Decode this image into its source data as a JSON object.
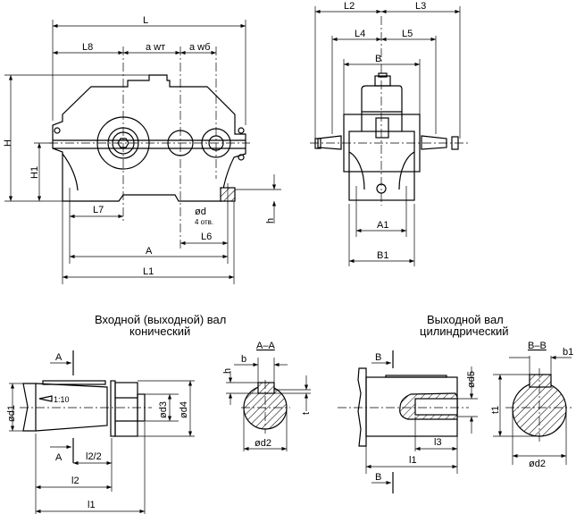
{
  "front_view": {
    "L": "L",
    "L8": "L8",
    "a_wt": "a wт",
    "a_wb": "a wб",
    "H": "H",
    "H1": "H1",
    "L7": "L7",
    "d": "ød",
    "holes": "4 отв.",
    "L6": "L6",
    "A": "A",
    "L1": "L1",
    "h": "h"
  },
  "side_view": {
    "L2": "L2",
    "L3": "L3",
    "L4": "L4",
    "L5": "L5",
    "B": "B",
    "A1": "A1",
    "B1": "B1"
  },
  "conical_shaft": {
    "title_line1": "Входной (выходной) вал",
    "title_line2": "конический",
    "section_A_top": "A",
    "section_A_bottom": "A",
    "taper": "1:10",
    "d1": "ød1",
    "d3": "ød3",
    "d4": "ød4",
    "l2_half": "l2/2",
    "l2": "l2",
    "l1": "l1",
    "section_title": "A–A",
    "b": "b",
    "h": "h",
    "t": "t",
    "d2": "ød2"
  },
  "cylindrical_shaft": {
    "title_line1": "Выходной вал",
    "title_line2": "цилиндрический",
    "section_B_top": "B",
    "section_B_bottom": "B",
    "d5": "ød5",
    "l3": "l3",
    "l1": "l1",
    "section_title": "B–B",
    "b1": "b1",
    "t1": "t1",
    "d2": "ød2"
  }
}
